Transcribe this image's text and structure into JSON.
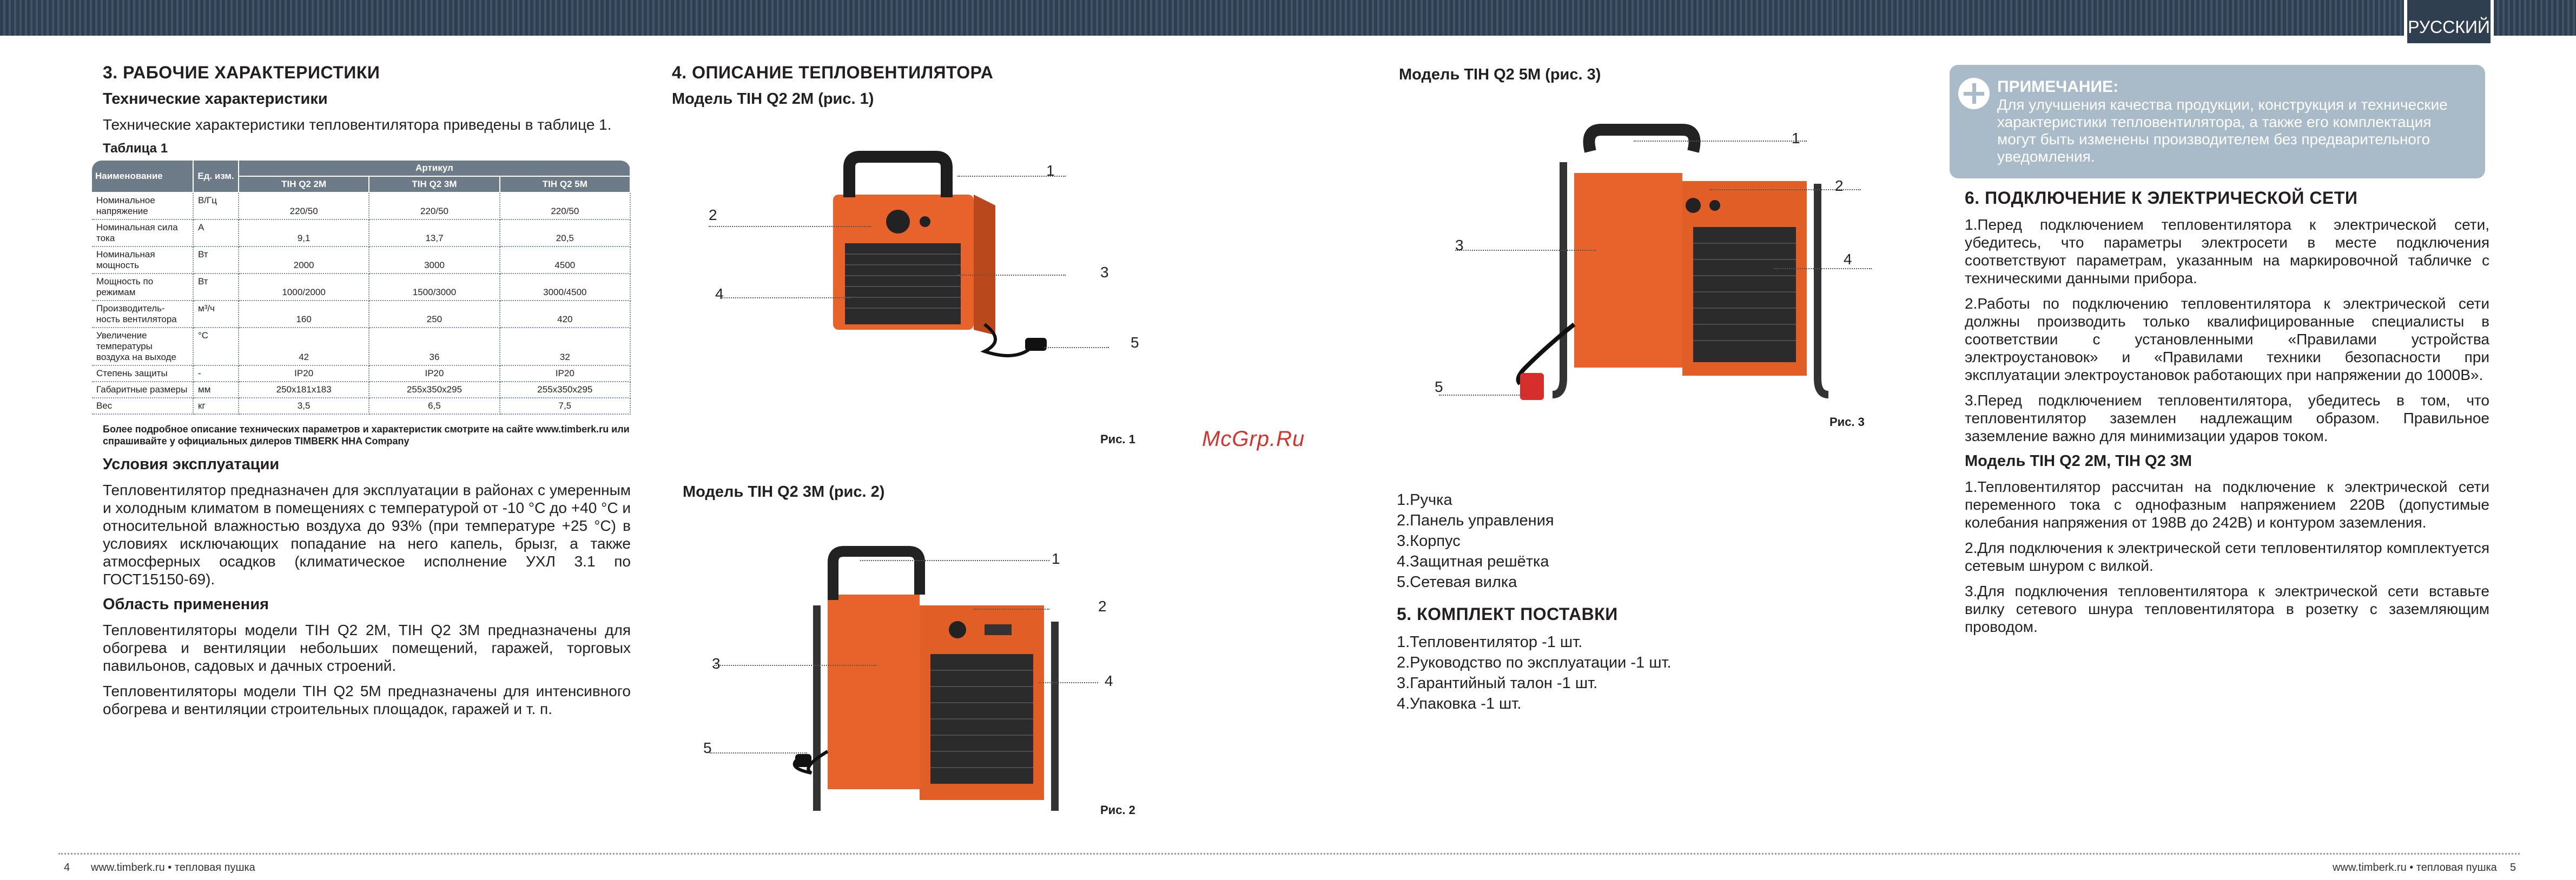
{
  "header": {
    "language": "РУССКИЙ"
  },
  "col1": {
    "section_title": "3. РАБОЧИЕ ХАРАКТЕРИСТИКИ",
    "tech_heading": "Технические характеристики",
    "tech_intro": "Технические характеристики тепловентилятора приведены в таблице 1.",
    "table_title": "Таблица 1",
    "table": {
      "h_name": "Наименование",
      "h_unit": "Ед. изм.",
      "h_article": "Артикул",
      "models": [
        "TIH Q2 2M",
        "TIH Q2 3M",
        "TIH Q2 5M"
      ],
      "rows": [
        {
          "name": "Номинальное напряжение",
          "unit": "В/Гц",
          "v": [
            "220/50",
            "220/50",
            "220/50"
          ]
        },
        {
          "name": "Номинальная сила тока",
          "unit": "А",
          "v": [
            "9,1",
            "13,7",
            "20,5"
          ]
        },
        {
          "name": "Номинальная мощность",
          "unit": "Вт",
          "v": [
            "2000",
            "3000",
            "4500"
          ]
        },
        {
          "name": "Мощность по режимам",
          "unit": "Вт",
          "v": [
            "1000/2000",
            "1500/3000",
            "3000/4500"
          ]
        },
        {
          "name": "Производитель-ность вентилятора",
          "unit": "м³/ч",
          "v": [
            "160",
            "250",
            "420"
          ]
        },
        {
          "name": "Увеличение температуры воздуха на выходе",
          "unit": "°С",
          "v": [
            "42",
            "36",
            "32"
          ]
        },
        {
          "name": "Степень защиты",
          "unit": "-",
          "v": [
            "IP20",
            "IP20",
            "IP20"
          ]
        },
        {
          "name": "Габаритные размеры",
          "unit": "мм",
          "v": [
            "250х181х183",
            "255х350х295",
            "255х350х295"
          ]
        },
        {
          "name": "Вес",
          "unit": "кг",
          "v": [
            "3,5",
            "6,5",
            "7,5"
          ]
        }
      ]
    },
    "table_note": "Более подробное описание технических параметров и характеристик смотрите на сайте www.timberk.ru или спрашивайте у официальных дилеров TIMBERK HHA Company",
    "conditions_heading": "Условия эксплуатации",
    "conditions_text": "Тепловентилятор предназначен для эксплуатации в районах с умеренным и холодным климатом в помещениях с температурой от -10 °С до +40 °С и относительной влажностью воздуха до 93% (при температуре +25 °С) в условиях исключающих попадание на него капель, брызг, а также атмосферных осадков (климатическое исполнение УХЛ 3.1 по ГОСТ15150-69).",
    "area_heading": "Область применения",
    "area_text1": "Тепловентиляторы модели TIH Q2 2M, TIH Q2 3M предназначены для обогрева и вентиляции небольших помещений, гаражей, торговых павильонов, садовых и дачных строений.",
    "area_text2": "Тепловентиляторы модели TIH Q2 5M предназначены для интенсивного обогрева и вентиляции строительных площадок, гаражей и т. п."
  },
  "col2": {
    "section_title": "4. ОПИСАНИЕ ТЕПЛОВЕНТИЛЯТОРА",
    "model1_title": "Модель TIH Q2 2M (рис. 1)",
    "fig1_caption": "Рис. 1",
    "model2_title": "Модель TIH Q2 3M (рис. 2)",
    "fig2_caption": "Рис. 2",
    "labels": [
      "1",
      "2",
      "3",
      "4",
      "5"
    ]
  },
  "col3": {
    "model3_title": "Модель TIH Q2 5M (рис. 3)",
    "fig3_caption": "Рис. 3",
    "parts": [
      "1.Ручка",
      "2.Панель управления",
      "3.Корпус",
      "4.Защитная решётка",
      "5.Сетевая вилка"
    ],
    "kit_title": "5. КОМПЛЕКТ ПОСТАВКИ",
    "kit": [
      "1.Тепловентилятор -1 шт.",
      "2.Руководство по эксплуатации -1 шт.",
      "3.Гарантийный талон -1 шт.",
      "4.Упаковка -1 шт."
    ]
  },
  "col4": {
    "note_title": "ПРИМЕЧАНИЕ:",
    "note_text": "Для улучшения качества продукции, конструкция и технические характеристики тепловентилятора, а также его комплектация могут быть изменены производителем без предварительного уведомления.",
    "section_title": "6. ПОДКЛЮЧЕНИЕ К ЭЛЕКТРИЧЕСКОЙ СЕТИ",
    "p1": "1.Перед подключением тепловентилятора к электрической сети, убедитесь, что параметры электросети в месте подключения соответствуют параметрам, указанным на маркировочной табличке с техническими данными прибора.",
    "p2": "2.Работы по подключению тепловентилятора к электрической сети должны производить только квалифицированные специалисты в соответствии с установленными «Правилами устройства электроустановок» и «Правилами техники безопасности при эксплуатации электроустановок работающих при напряжении до 1000В».",
    "p3": "3.Перед подключением тепловентилятора, убедитесь в том, что тепловентилятор заземлен надлежащим образом. Правильное заземление важно для минимизации ударов током.",
    "sub_heading": "Модель TIH Q2 2M, TIH Q2 3M",
    "p4": "1.Тепловентилятор рассчитан на подключение к электрической сети переменного тока с однофазным напряжением 220В (допустимые колебания напряжения от 198В до 242В) и контуром заземления.",
    "p5": "2.Для подключения к электрической сети тепловентилятор комплектуется сетевым шнуром с вилкой.",
    "p6": "3.Для подключения тепловентилятора к электрической сети вставьте вилку сетевого шнура тепловентилятора в розетку с заземляющим проводом."
  },
  "watermark": "McGrp.Ru",
  "footer": {
    "left_page": "4",
    "left_site": "www.timberk.ru • тепловая пушка",
    "right_site": "www.timberk.ru • тепловая пушка",
    "right_page": "5"
  },
  "colors": {
    "heater_orange": "#e8632b",
    "heater_dark": "#2b2b2b",
    "note_bg": "#a9bac8",
    "table_header": "#6d7b89"
  }
}
